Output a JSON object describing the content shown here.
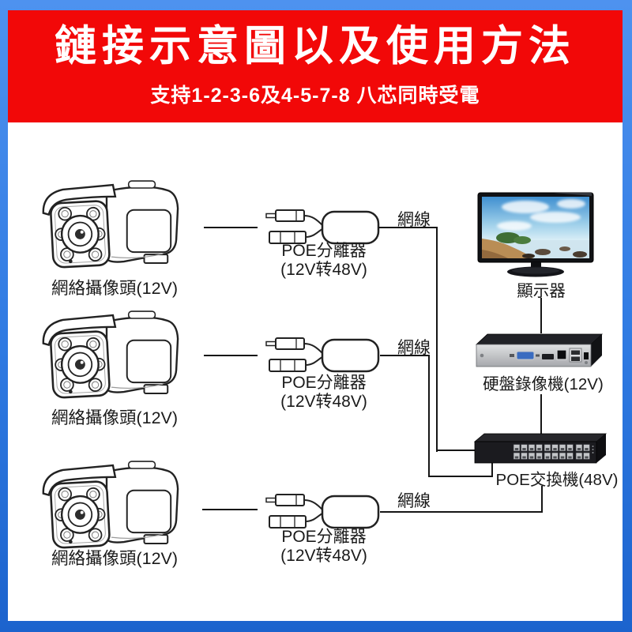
{
  "header": {
    "title": "鏈接示意圖以及使用方法",
    "subtitle": "支持1-2-3-6及4-5-7-8 八芯同時受電"
  },
  "diagram": {
    "rows": [
      {
        "camera_label": "網絡攝像頭(12V)",
        "splitter_name": "POE分離器",
        "splitter_spec": "(12V转48V)",
        "cable_label": "網線"
      },
      {
        "camera_label": "網絡攝像頭(12V)",
        "splitter_name": "POE分離器",
        "splitter_spec": "(12V转48V)",
        "cable_label": "網線"
      },
      {
        "camera_label": "網絡攝像頭(12V)",
        "splitter_name": "POE分離器",
        "splitter_spec": "(12V转48V)",
        "cable_label": "網線"
      }
    ],
    "monitor_label": "顯示器",
    "nvr_label": "硬盤錄像機(12V)",
    "switch_label": "POE交換機(48V)"
  },
  "colors": {
    "background_blue": "#2f7ae2",
    "header_red": "#f20808",
    "wire_black": "#161616"
  }
}
